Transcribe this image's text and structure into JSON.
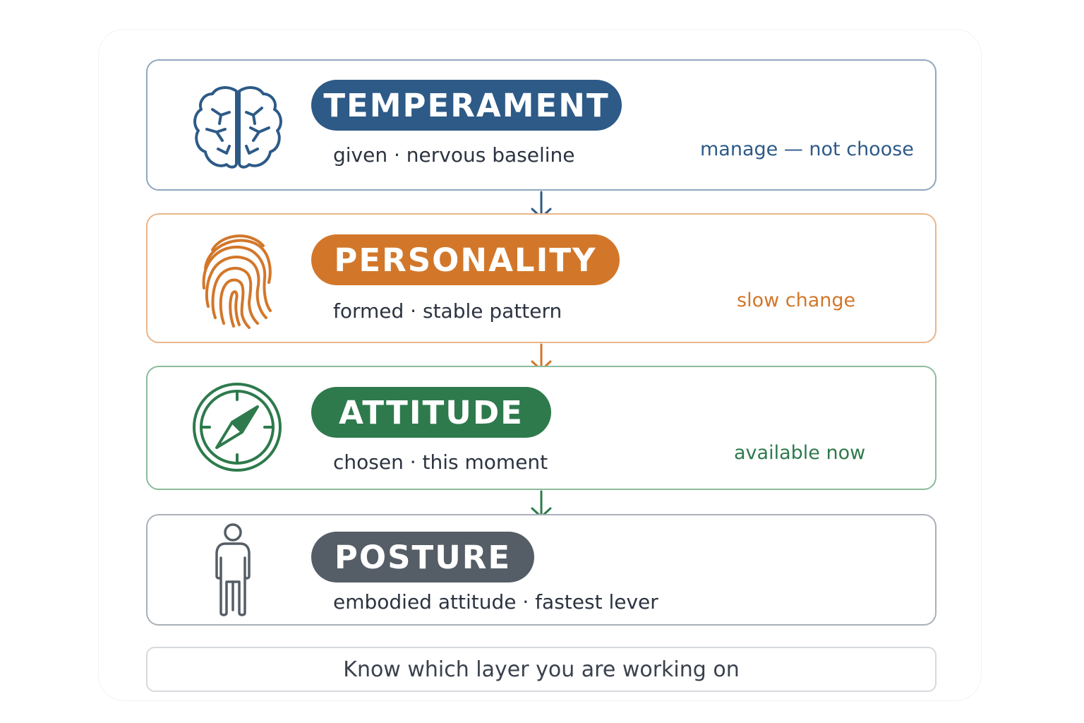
{
  "colors": {
    "temperament": "#2d5a87",
    "personality": "#d2772a",
    "attitude": "#2e7a4c",
    "posture": "#555d66"
  },
  "layers": [
    {
      "title": "TEMPERAMENT",
      "subtitle": "given · nervous baseline",
      "note": "manage — not choose",
      "icon": "brain-icon"
    },
    {
      "title": "PERSONALITY",
      "subtitle": "formed · stable pattern",
      "note": "slow change",
      "icon": "fingerprint-icon"
    },
    {
      "title": "ATTITUDE",
      "subtitle": "chosen · this moment",
      "note": "available now",
      "icon": "compass-icon"
    },
    {
      "title": "POSTURE",
      "subtitle": "embodied attitude · fastest lever",
      "note": "",
      "icon": "person-icon"
    }
  ],
  "footer": "Know which layer you are working on"
}
